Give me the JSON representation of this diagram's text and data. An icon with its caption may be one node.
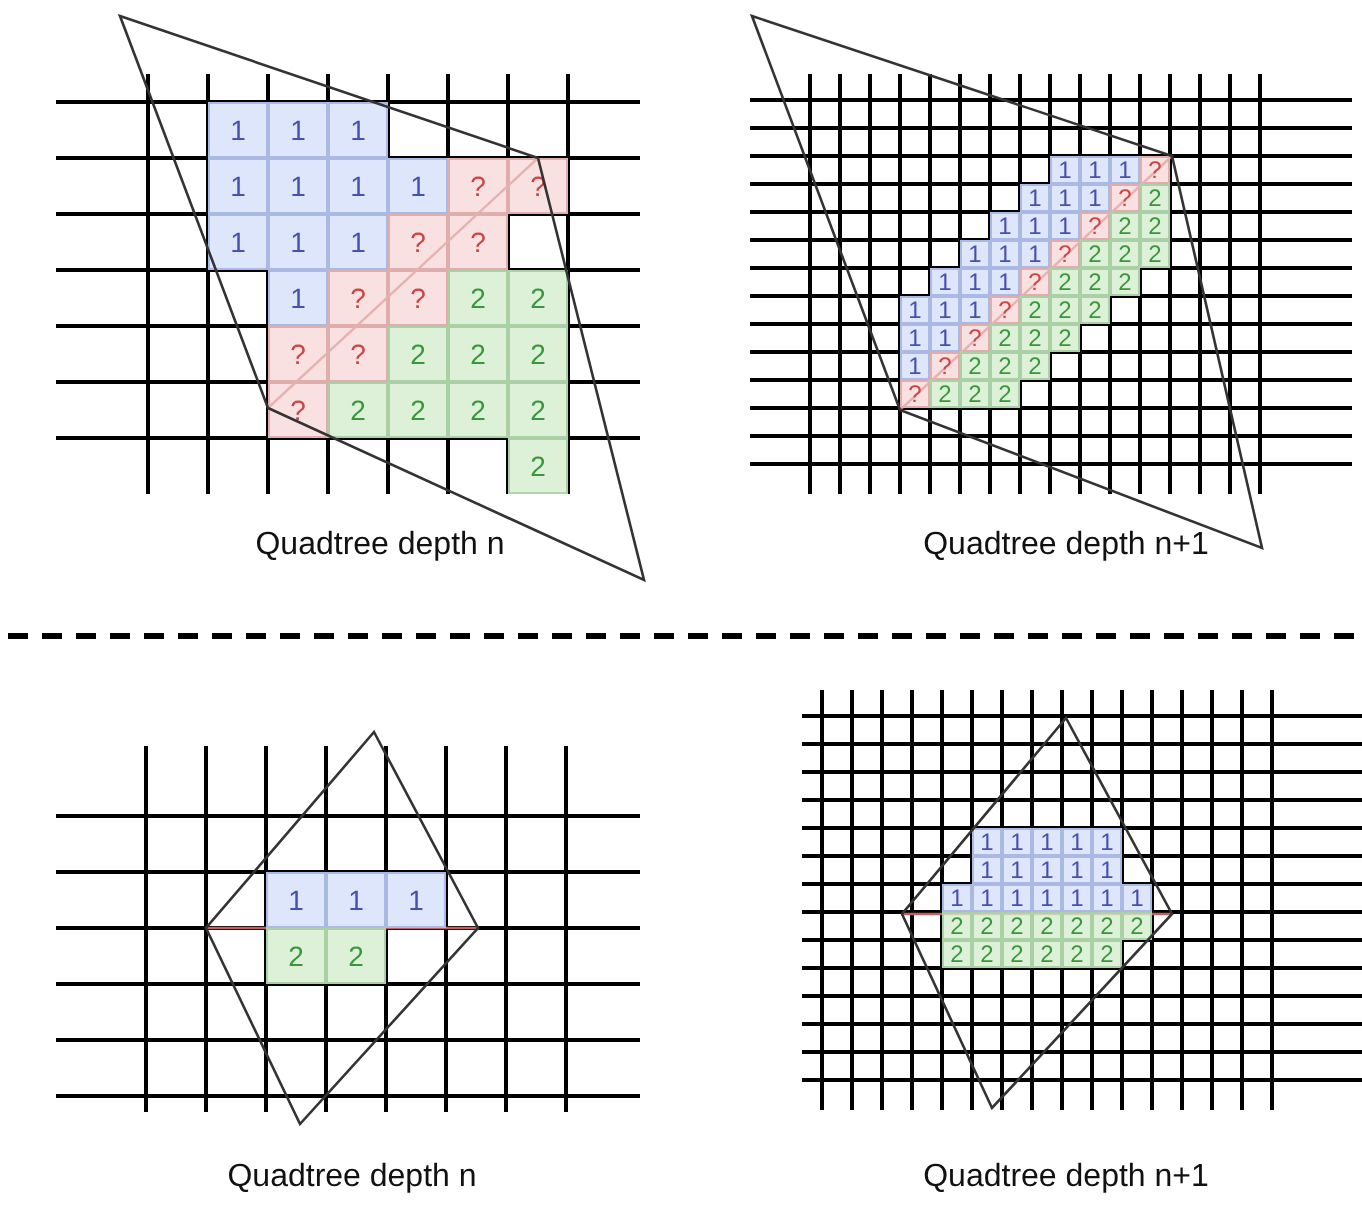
{
  "diagram": {
    "nodes": [
      {
        "text": [
          "1"
        ]
      },
      {
        "text": [
          "1"
        ]
      },
      {
        "text": [
          "1"
        ]
      },
      {
        "text": [
          "1"
        ]
      },
      {
        "text": [
          "1"
        ]
      },
      {
        "text": [
          "1"
        ]
      },
      {
        "text": [
          "1"
        ]
      },
      {
        "text": [
          "?"
        ]
      },
      {
        "text": [
          "?"
        ]
      },
      {
        "text": [
          "1"
        ]
      },
      {
        "text": [
          "1"
        ]
      },
      {
        "text": [
          "1"
        ]
      },
      {
        "text": [
          "?"
        ]
      },
      {
        "text": [
          "?"
        ]
      },
      {
        "text": [
          "1"
        ]
      },
      {
        "text": [
          "?"
        ]
      },
      {
        "text": [
          "?"
        ]
      },
      {
        "text": [
          "2"
        ]
      },
      {
        "text": [
          "2"
        ]
      },
      {
        "text": [
          "?"
        ]
      },
      {
        "text": [
          "?"
        ]
      },
      {
        "text": [
          "2"
        ]
      },
      {
        "text": [
          "2"
        ]
      },
      {
        "text": [
          "2"
        ]
      },
      {
        "text": [
          "?"
        ]
      },
      {
        "text": [
          "2"
        ]
      },
      {
        "text": [
          "2"
        ]
      },
      {
        "text": [
          "2"
        ]
      },
      {
        "text": [
          "2"
        ]
      },
      {
        "text": [
          "2"
        ]
      },
      {
        "text": [
          "1"
        ]
      },
      {
        "text": [
          "1"
        ]
      },
      {
        "text": [
          "1"
        ]
      },
      {
        "text": [
          "?"
        ]
      },
      {
        "text": [
          "1"
        ]
      },
      {
        "text": [
          "1"
        ]
      },
      {
        "text": [
          "1"
        ]
      },
      {
        "text": [
          "?"
        ]
      },
      {
        "text": [
          "2"
        ]
      },
      {
        "text": [
          "1"
        ]
      },
      {
        "text": [
          "1"
        ]
      },
      {
        "text": [
          "1"
        ]
      },
      {
        "text": [
          "?"
        ]
      },
      {
        "text": [
          "2"
        ]
      },
      {
        "text": [
          "2"
        ]
      },
      {
        "text": [
          "1"
        ]
      },
      {
        "text": [
          "1"
        ]
      },
      {
        "text": [
          "1"
        ]
      },
      {
        "text": [
          "?"
        ]
      },
      {
        "text": [
          "2"
        ]
      },
      {
        "text": [
          "2"
        ]
      },
      {
        "text": [
          "2"
        ]
      },
      {
        "text": [
          "1"
        ]
      },
      {
        "text": [
          "1"
        ]
      },
      {
        "text": [
          "1"
        ]
      },
      {
        "text": [
          "?"
        ]
      },
      {
        "text": [
          "2"
        ]
      },
      {
        "text": [
          "2"
        ]
      },
      {
        "text": [
          "2"
        ]
      },
      {
        "text": [
          "1"
        ]
      },
      {
        "text": [
          "1"
        ]
      },
      {
        "text": [
          "1"
        ]
      },
      {
        "text": [
          "?"
        ]
      },
      {
        "text": [
          "2"
        ]
      },
      {
        "text": [
          "2"
        ]
      },
      {
        "text": [
          "2"
        ]
      },
      {
        "text": [
          "1"
        ]
      },
      {
        "text": [
          "1"
        ]
      },
      {
        "text": [
          "?"
        ]
      },
      {
        "text": [
          "2"
        ]
      },
      {
        "text": [
          "2"
        ]
      },
      {
        "text": [
          "2"
        ]
      },
      {
        "text": [
          "1"
        ]
      },
      {
        "text": [
          "?"
        ]
      },
      {
        "text": [
          "2"
        ]
      },
      {
        "text": [
          "2"
        ]
      },
      {
        "text": [
          "2"
        ]
      },
      {
        "text": [
          "?"
        ]
      },
      {
        "text": [
          "2"
        ]
      },
      {
        "text": [
          "2"
        ]
      },
      {
        "text": [
          "2"
        ]
      },
      {
        "text": [
          "1"
        ]
      },
      {
        "text": [
          "1"
        ]
      },
      {
        "text": [
          "1"
        ]
      },
      {
        "text": [
          "2"
        ]
      },
      {
        "text": [
          "2"
        ]
      },
      {
        "text": [
          "1"
        ]
      },
      {
        "text": [
          "1"
        ]
      },
      {
        "text": [
          "1"
        ]
      },
      {
        "text": [
          "1"
        ]
      },
      {
        "text": [
          "1"
        ]
      },
      {
        "text": [
          "1"
        ]
      },
      {
        "text": [
          "1"
        ]
      },
      {
        "text": [
          "1"
        ]
      },
      {
        "text": [
          "1"
        ]
      },
      {
        "text": [
          "1"
        ]
      },
      {
        "text": [
          "1"
        ]
      },
      {
        "text": [
          "1"
        ]
      },
      {
        "text": [
          "1"
        ]
      },
      {
        "text": [
          "1"
        ]
      },
      {
        "text": [
          "1"
        ]
      },
      {
        "text": [
          "1"
        ]
      },
      {
        "text": [
          "1"
        ]
      },
      {
        "text": [
          "2"
        ]
      },
      {
        "text": [
          "2"
        ]
      },
      {
        "text": [
          "2"
        ]
      },
      {
        "text": [
          "2"
        ]
      },
      {
        "text": [
          "2"
        ]
      },
      {
        "text": [
          "2"
        ]
      },
      {
        "text": [
          "2"
        ]
      },
      {
        "text": [
          "2"
        ]
      },
      {
        "text": [
          "2"
        ]
      },
      {
        "text": [
          "2"
        ]
      },
      {
        "text": [
          "2"
        ]
      },
      {
        "text": [
          "2"
        ]
      },
      {
        "text": [
          "2"
        ]
      }
    ],
    "labels": [
      "Quadtree depth n",
      "Quadtree depth n+1",
      "Quadtree depth n",
      "Quadtree depth n+1"
    ]
  }
}
